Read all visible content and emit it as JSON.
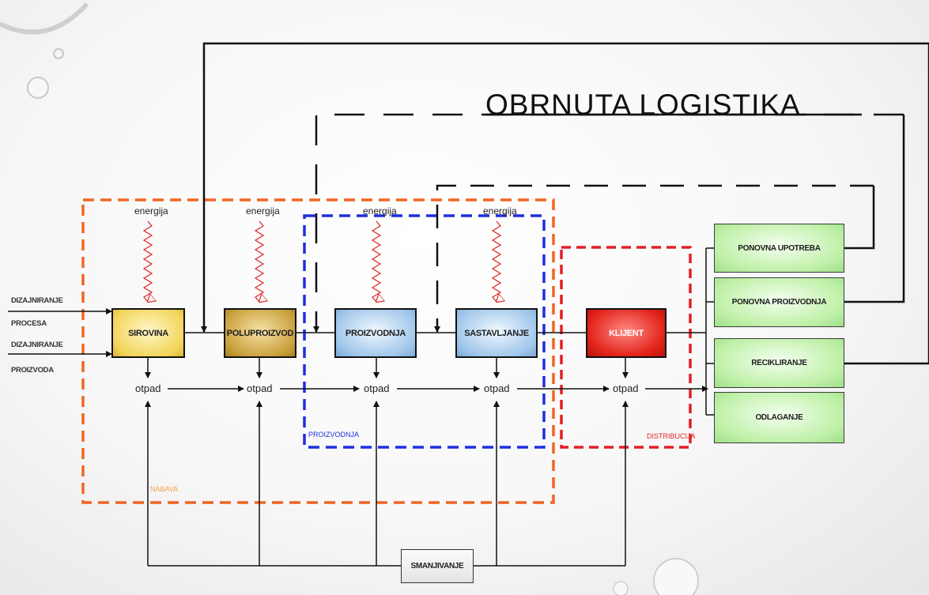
{
  "title": "OBRNUTA LOGISTIKA",
  "inputs": [
    "DIZAJNIRANJE",
    "PROCESA",
    "DIZAJNIRANJE",
    "PROIZVODA"
  ],
  "energy_label": "energija",
  "waste_label": "otpad",
  "reduction_label": "SMANJIVANJE",
  "stages": [
    {
      "label": "SIROVINA",
      "color": "#f2d55a"
    },
    {
      "label": "POLUPROIZVOD",
      "color": "#c9a03c"
    },
    {
      "label": "PROIZVODNJA",
      "color": "#9fc6ea"
    },
    {
      "label": "SASTAVLJANJE",
      "color": "#9fc6ea"
    },
    {
      "label": "KLIJENT",
      "color": "#e2231a"
    }
  ],
  "destinations": [
    {
      "label": "PONOVNA UPOTREBA"
    },
    {
      "label": "PONOVNA PROIZVODNJA"
    },
    {
      "label": "RECIKLIRANJE"
    },
    {
      "label": "ODLAGANJE"
    }
  ],
  "regions": [
    {
      "label": "NABAVA",
      "color": "#f26522"
    },
    {
      "label": "PROIZVODNJA",
      "color": "#1f2ee0"
    },
    {
      "label": "DISTRIBUCIJA",
      "color": "#e41e26"
    }
  ]
}
